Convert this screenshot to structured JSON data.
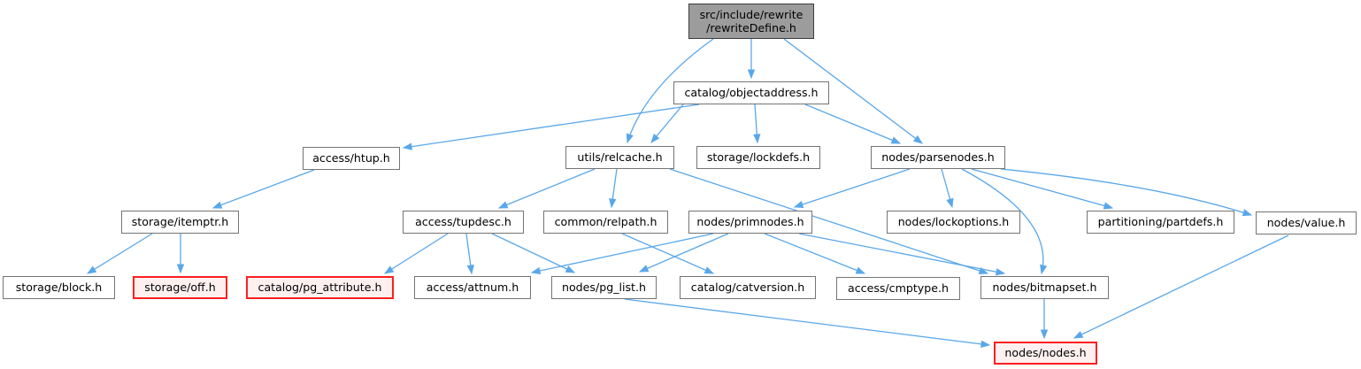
{
  "diagram": {
    "kind": "include-dependency-graph",
    "root_label": "src/include/rewrite\n/rewriteDefine.h",
    "colors": {
      "edge": "#59a7ea",
      "node_fill": "#ffffff",
      "node_border": "#747474",
      "root_fill": "#9c9c9c",
      "root_border": "#3c3c3c",
      "truncated_border": "#ff1f1f",
      "truncated_fill": "#fff0f0",
      "text": "#000000"
    },
    "nodes": [
      {
        "id": "root",
        "label": "src/include/rewrite\n/rewriteDefine.h",
        "style": "current"
      },
      {
        "id": "objectaddress",
        "label": "catalog/objectaddress.h",
        "style": "normal"
      },
      {
        "id": "htup",
        "label": "access/htup.h",
        "style": "normal"
      },
      {
        "id": "relcache",
        "label": "utils/relcache.h",
        "style": "normal"
      },
      {
        "id": "lockdefs",
        "label": "storage/lockdefs.h",
        "style": "normal"
      },
      {
        "id": "parsenodes",
        "label": "nodes/parsenodes.h",
        "style": "normal"
      },
      {
        "id": "itemptr",
        "label": "storage/itemptr.h",
        "style": "normal"
      },
      {
        "id": "tupdesc",
        "label": "access/tupdesc.h",
        "style": "normal"
      },
      {
        "id": "relpath",
        "label": "common/relpath.h",
        "style": "normal"
      },
      {
        "id": "primnodes",
        "label": "nodes/primnodes.h",
        "style": "normal"
      },
      {
        "id": "lockoptions",
        "label": "nodes/lockoptions.h",
        "style": "normal"
      },
      {
        "id": "partdefs",
        "label": "partitioning/partdefs.h",
        "style": "normal"
      },
      {
        "id": "value",
        "label": "nodes/value.h",
        "style": "normal"
      },
      {
        "id": "block",
        "label": "storage/block.h",
        "style": "normal"
      },
      {
        "id": "off",
        "label": "storage/off.h",
        "style": "truncated"
      },
      {
        "id": "pg_attribute",
        "label": "catalog/pg_attribute.h",
        "style": "truncated"
      },
      {
        "id": "attnum",
        "label": "access/attnum.h",
        "style": "normal"
      },
      {
        "id": "pg_list",
        "label": "nodes/pg_list.h",
        "style": "normal"
      },
      {
        "id": "catversion",
        "label": "catalog/catversion.h",
        "style": "normal"
      },
      {
        "id": "cmptype",
        "label": "access/cmptype.h",
        "style": "normal"
      },
      {
        "id": "bitmapset",
        "label": "nodes/bitmapset.h",
        "style": "normal"
      },
      {
        "id": "nodes",
        "label": "nodes/nodes.h",
        "style": "truncated"
      }
    ],
    "edges": [
      {
        "from": "root",
        "to": "objectaddress"
      },
      {
        "from": "root",
        "to": "relcache"
      },
      {
        "from": "root",
        "to": "parsenodes"
      },
      {
        "from": "objectaddress",
        "to": "htup"
      },
      {
        "from": "objectaddress",
        "to": "relcache"
      },
      {
        "from": "objectaddress",
        "to": "lockdefs"
      },
      {
        "from": "objectaddress",
        "to": "parsenodes"
      },
      {
        "from": "htup",
        "to": "itemptr"
      },
      {
        "from": "itemptr",
        "to": "block"
      },
      {
        "from": "itemptr",
        "to": "off"
      },
      {
        "from": "relcache",
        "to": "tupdesc"
      },
      {
        "from": "relcache",
        "to": "relpath"
      },
      {
        "from": "relcache",
        "to": "bitmapset"
      },
      {
        "from": "tupdesc",
        "to": "pg_attribute"
      },
      {
        "from": "tupdesc",
        "to": "attnum"
      },
      {
        "from": "tupdesc",
        "to": "pg_list"
      },
      {
        "from": "relpath",
        "to": "catversion"
      },
      {
        "from": "parsenodes",
        "to": "primnodes"
      },
      {
        "from": "parsenodes",
        "to": "lockoptions"
      },
      {
        "from": "parsenodes",
        "to": "partdefs"
      },
      {
        "from": "parsenodes",
        "to": "value"
      },
      {
        "from": "parsenodes",
        "to": "bitmapset"
      },
      {
        "from": "primnodes",
        "to": "attnum"
      },
      {
        "from": "primnodes",
        "to": "pg_list"
      },
      {
        "from": "primnodes",
        "to": "cmptype"
      },
      {
        "from": "primnodes",
        "to": "bitmapset"
      },
      {
        "from": "pg_list",
        "to": "nodes"
      },
      {
        "from": "bitmapset",
        "to": "nodes"
      },
      {
        "from": "value",
        "to": "nodes"
      }
    ]
  }
}
